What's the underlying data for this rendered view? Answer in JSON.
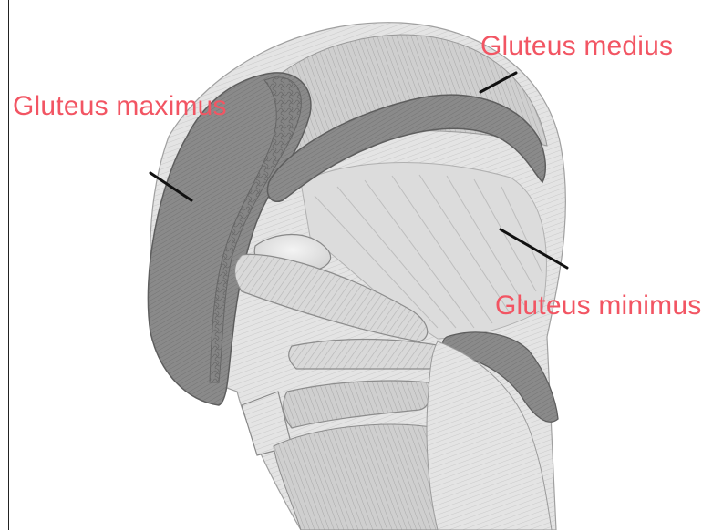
{
  "labels": {
    "maximus": "Gluteus maximus",
    "medius": "Gluteus medius",
    "minimus": "Gluteus minimus"
  },
  "colors": {
    "label_text": "#f25563",
    "leader_line": "#111111",
    "highlight_muscle": "#8a8a8a",
    "highlight_edge": "#5e5e5e",
    "background": "#ffffff"
  }
}
